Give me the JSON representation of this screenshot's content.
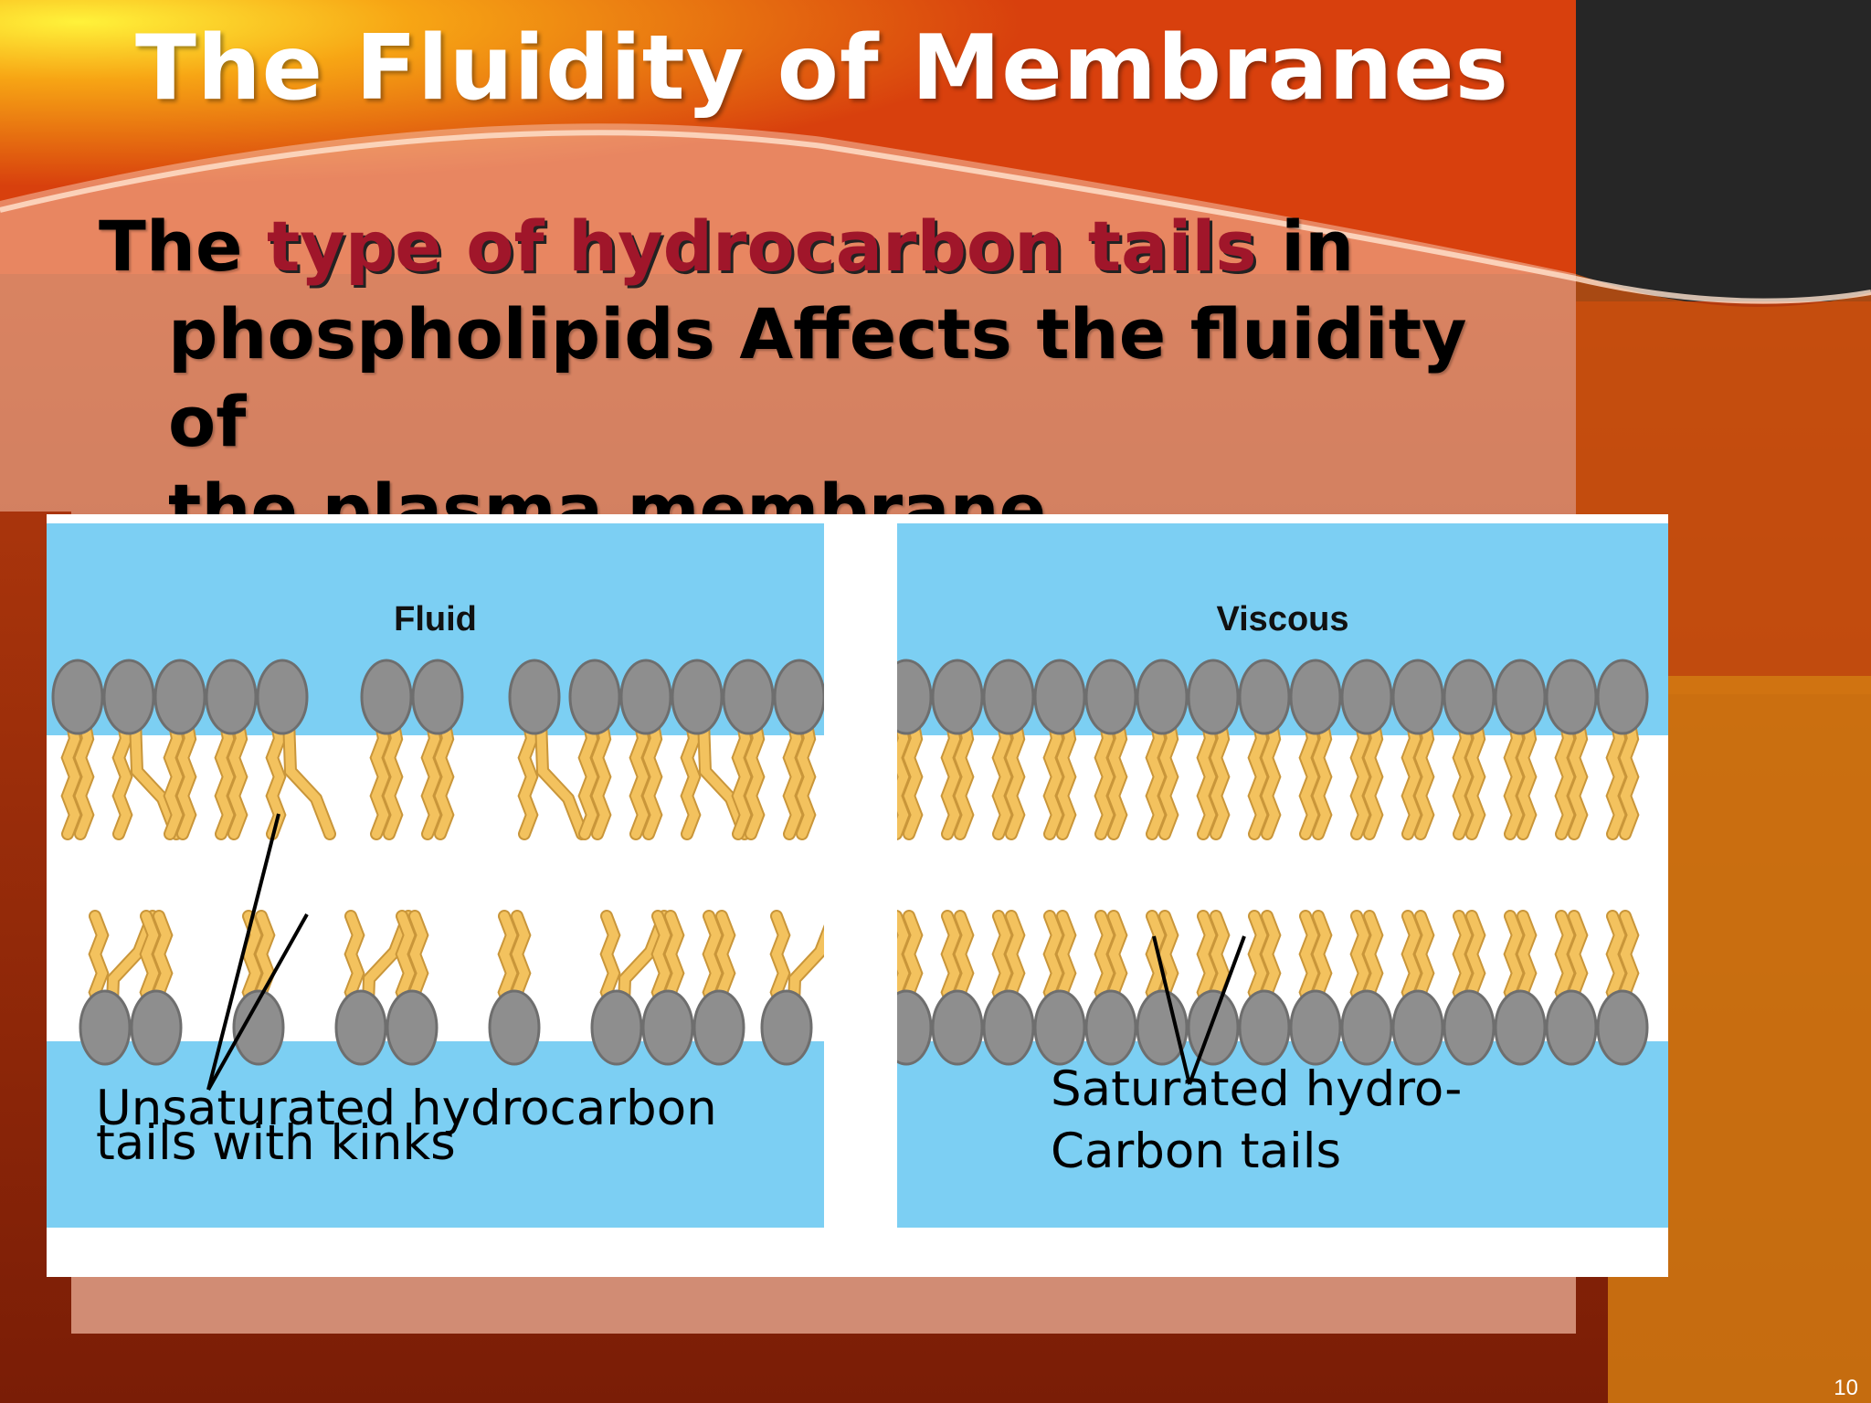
{
  "slide": {
    "title": "The Fluidity of Membranes",
    "body": {
      "before": "The ",
      "highlight": "type of hydrocarbon tails",
      "after": " in",
      "line2": "phospholipids Affects the fluidity of",
      "line3": "the plasma membrane"
    },
    "slide_number": "10",
    "colors": {
      "highlight": "#a0162a",
      "water": "#7ccff3",
      "tail": "#f3c25e",
      "head": "#8e8e8e"
    }
  },
  "diagram": {
    "fluid": {
      "title": "Fluid",
      "callout_line1": "Unsaturated hydrocarbon",
      "callout_line2": "tails with kinks"
    },
    "viscous": {
      "title": "Viscous",
      "callout_line1": "Saturated hydro-",
      "callout_line2": "Carbon tails"
    }
  }
}
